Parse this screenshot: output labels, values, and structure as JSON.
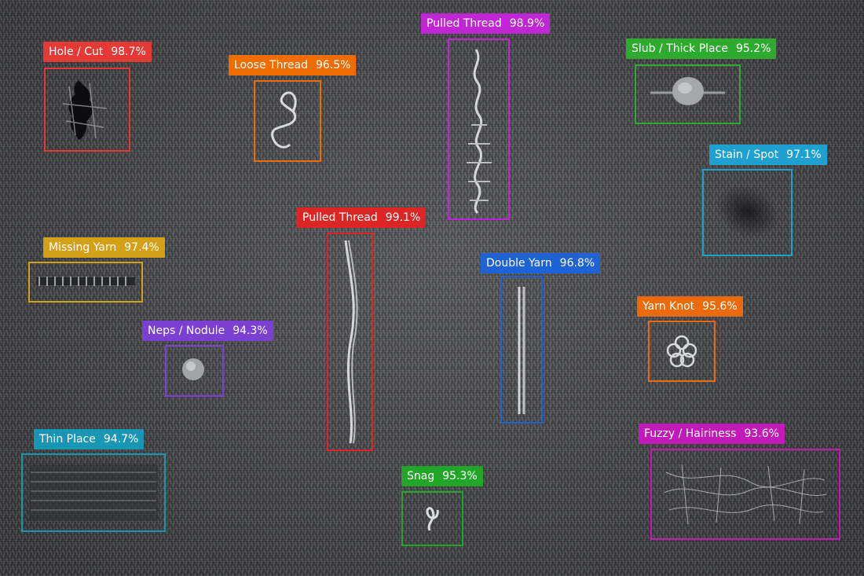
{
  "detections": [
    {
      "id": "hole-cut",
      "label": "Hole / Cut",
      "score": "98.7%",
      "color": "#e53935"
    },
    {
      "id": "loose-thread",
      "label": "Loose Thread",
      "score": "96.5%",
      "color": "#ef6c00"
    },
    {
      "id": "pulled-thread-top",
      "label": "Pulled Thread",
      "score": "98.9%",
      "color": "#c026d3"
    },
    {
      "id": "slub-thick-place",
      "label": "Slub / Thick Place",
      "score": "95.2%",
      "color": "#2eaa2e"
    },
    {
      "id": "stain-spot",
      "label": "Stain / Spot",
      "score": "97.1%",
      "color": "#1ea0d0"
    },
    {
      "id": "missing-yarn",
      "label": "Missing Yarn",
      "score": "97.4%",
      "color": "#d4a017"
    },
    {
      "id": "pulled-thread-center",
      "label": "Pulled Thread",
      "score": "99.1%",
      "color": "#dc2626"
    },
    {
      "id": "double-yarn",
      "label": "Double Yarn",
      "score": "96.8%",
      "color": "#1e63d6"
    },
    {
      "id": "neps-nodule",
      "label": "Neps / Nodule",
      "score": "94.3%",
      "color": "#7b3fd1"
    },
    {
      "id": "yarn-knot",
      "label": "Yarn Knot",
      "score": "95.6%",
      "color": "#ea6a0c"
    },
    {
      "id": "thin-place",
      "label": "Thin Place",
      "score": "94.7%",
      "color": "#1996b4"
    },
    {
      "id": "fuzzy-hairiness",
      "label": "Fuzzy / Hairiness",
      "score": "93.6%",
      "color": "#c21ab8"
    },
    {
      "id": "snag",
      "label": "Snag",
      "score": "95.3%",
      "color": "#22a62a"
    }
  ]
}
